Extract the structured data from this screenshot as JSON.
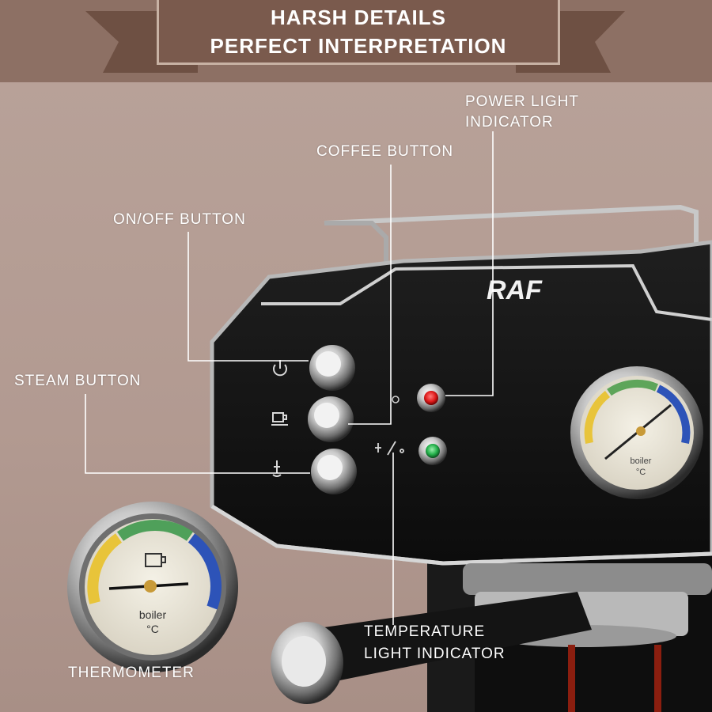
{
  "banner": {
    "line1": "HARSH DETAILS",
    "line2": "PERFECT INTERPRETATION"
  },
  "brand": "RAF",
  "callouts": {
    "power_light": [
      "POWER LIGHT",
      "INDICATOR"
    ],
    "coffee_button": "COFFEE BUTTON",
    "onoff_button": "ON/OFF BUTTON",
    "steam_button": "STEAM BUTTON",
    "temperature_light": [
      "TEMPERATURE",
      "LIGHT INDICATOR"
    ],
    "thermometer": "THERMOMETER"
  },
  "gauge": {
    "line1": "boiler",
    "line2": "°C"
  },
  "indicators": {
    "power_light_color": "#e01b1b",
    "temperature_light_color": "#23b04a"
  },
  "icons": [
    "power-icon",
    "coffee-cup-icon",
    "steam-icon",
    "temperature-icon"
  ]
}
